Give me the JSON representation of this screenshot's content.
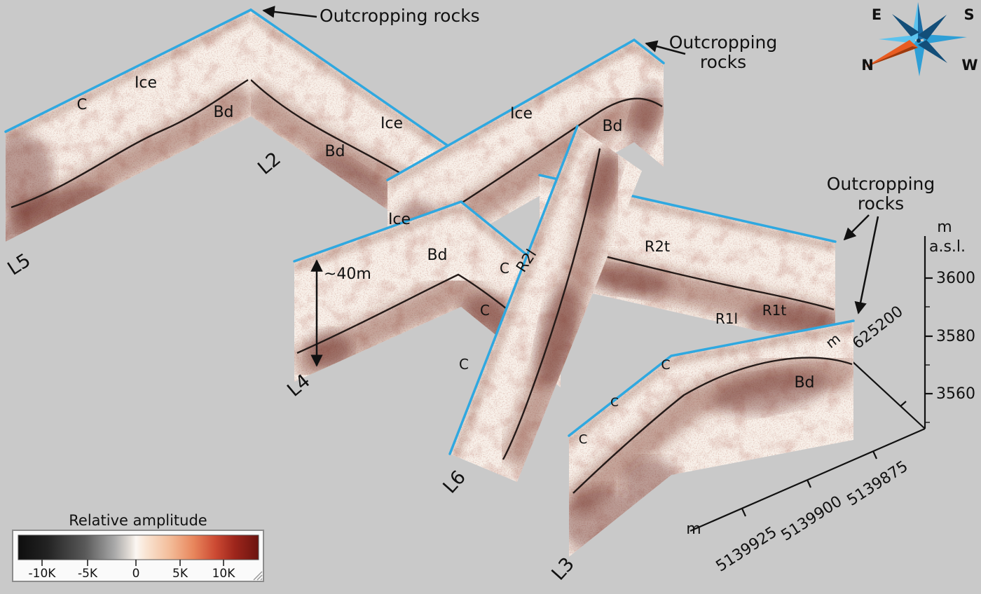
{
  "colors": {
    "background": "#c9c9c9",
    "panel_fill": "#f8f1ea",
    "surface_line": "#2fa8e0",
    "bed_line": "#241a18",
    "red_label": "#e8231f",
    "blue_label": "#2424cf",
    "axis": "#111111"
  },
  "annotations": {
    "outcrop_top": "Outcropping rocks",
    "outcrop_right": [
      "Outcropping",
      "rocks"
    ],
    "outcrop_far": [
      "Outcropping",
      "rocks"
    ],
    "scale_bar": "~40m"
  },
  "profiles": {
    "l5": "L5",
    "l2": "L2",
    "l4": "L4",
    "l6": "L6",
    "l3": "L3"
  },
  "horizons": {
    "ice": [
      "Ice",
      "Ice",
      "Ice",
      "Ice"
    ],
    "bd": [
      "Bd",
      "Bd",
      "Bd",
      "Bd",
      "Bd"
    ],
    "c": [
      "C",
      "C",
      "C",
      "C",
      "C",
      "C",
      "C"
    ]
  },
  "reflections": {
    "r2l": "R2l",
    "r2t": "R2t",
    "r1l": "R1l",
    "r1t": "R1t"
  },
  "compass": {
    "e": "E",
    "s": "S",
    "n": "N",
    "w": "W"
  },
  "axes": {
    "elevation": {
      "unit_line1": "m",
      "unit_line2": "a.s.l.",
      "ticks": [
        "3600",
        "3580",
        "3560"
      ]
    },
    "easting": {
      "tick": "625200",
      "unit": "m"
    },
    "northing": {
      "ticks": [
        "5139875",
        "5139900",
        "5139925"
      ],
      "unit": "m"
    }
  },
  "colorbar": {
    "title": "Relative amplitude",
    "ticks": [
      "-10K",
      "-5K",
      "0",
      "5K",
      "10K"
    ]
  }
}
